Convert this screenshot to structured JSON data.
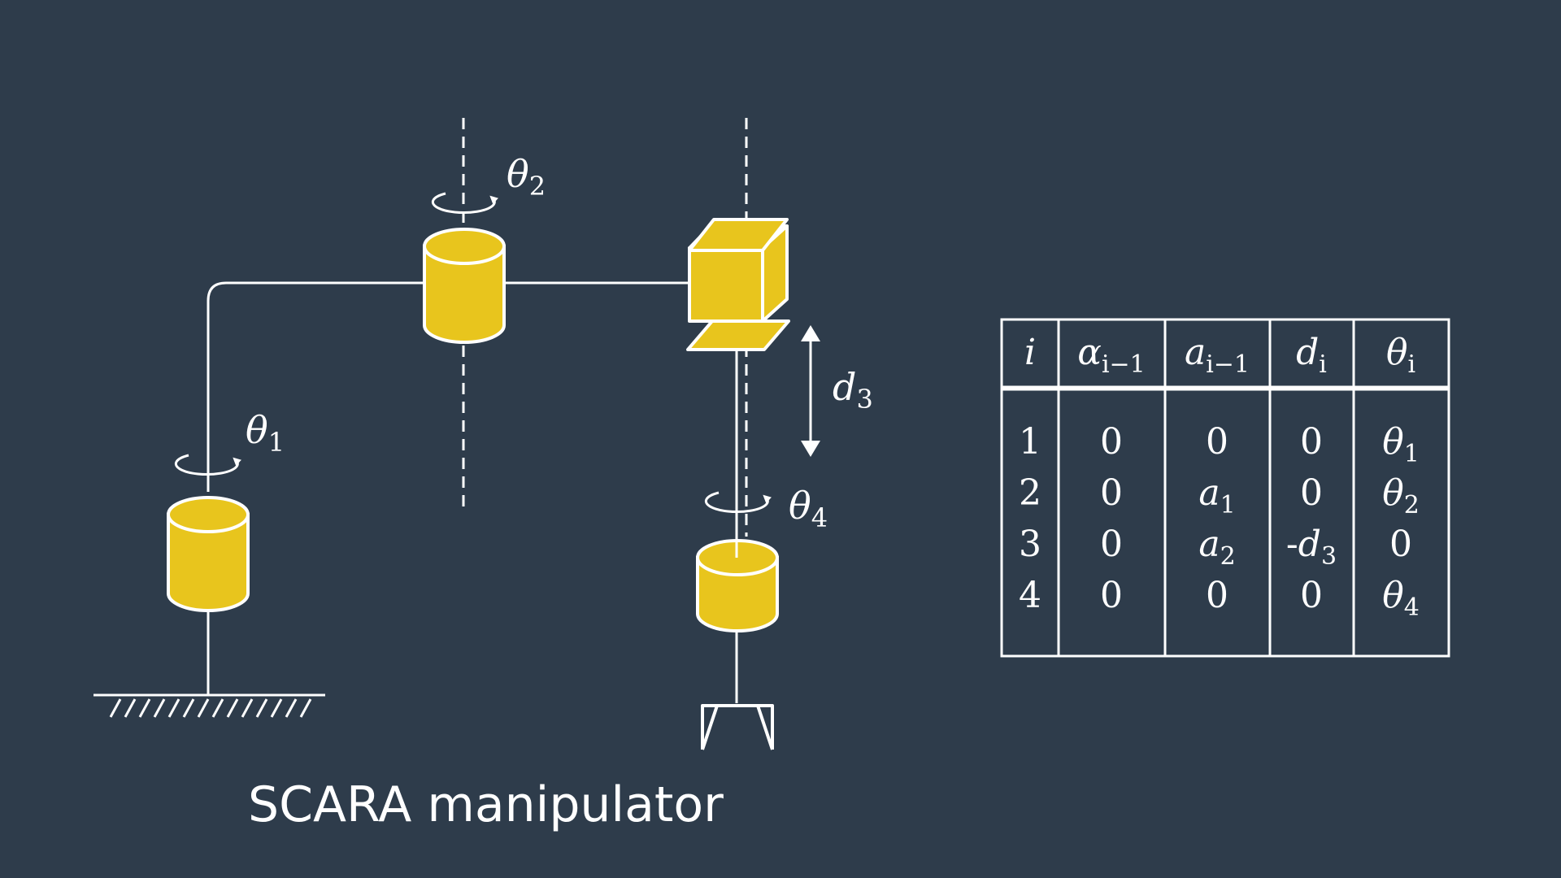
{
  "caption": "SCARA manipulator",
  "colors": {
    "background": "#2e3c4b",
    "link": "#ffffff",
    "joint": "#e8c51d"
  },
  "icons": [
    "cylinder-revolute-joint",
    "cube-prismatic-joint",
    "rotation-arrow",
    "gripper",
    "ground-hatch"
  ],
  "joint_labels": {
    "theta1": {
      "symbol": "θ",
      "sub": "1"
    },
    "theta2": {
      "symbol": "θ",
      "sub": "2"
    },
    "d3": {
      "symbol": "d",
      "sub": "3"
    },
    "theta4": {
      "symbol": "θ",
      "sub": "4"
    }
  },
  "dh_table": {
    "headers": [
      {
        "symbol": "i",
        "sub": ""
      },
      {
        "symbol": "α",
        "sub": "i−1"
      },
      {
        "symbol": "a",
        "sub": "i−1"
      },
      {
        "symbol": "d",
        "sub": "i"
      },
      {
        "symbol": "θ",
        "sub": "i"
      }
    ],
    "rows": [
      [
        {
          "t": "1"
        },
        {
          "t": "0"
        },
        {
          "t": "0"
        },
        {
          "t": "0"
        },
        {
          "s": "θ",
          "sub": "1"
        }
      ],
      [
        {
          "t": "2"
        },
        {
          "t": "0"
        },
        {
          "s": "a",
          "sub": "1"
        },
        {
          "t": "0"
        },
        {
          "s": "θ",
          "sub": "2"
        }
      ],
      [
        {
          "t": "3"
        },
        {
          "t": "0"
        },
        {
          "s": "a",
          "sub": "2"
        },
        {
          "pre": "-",
          "s": "d",
          "sub": "3"
        },
        {
          "t": "0"
        }
      ],
      [
        {
          "t": "4"
        },
        {
          "t": "0"
        },
        {
          "t": "0"
        },
        {
          "t": "0"
        },
        {
          "s": "θ",
          "sub": "4"
        }
      ]
    ]
  }
}
